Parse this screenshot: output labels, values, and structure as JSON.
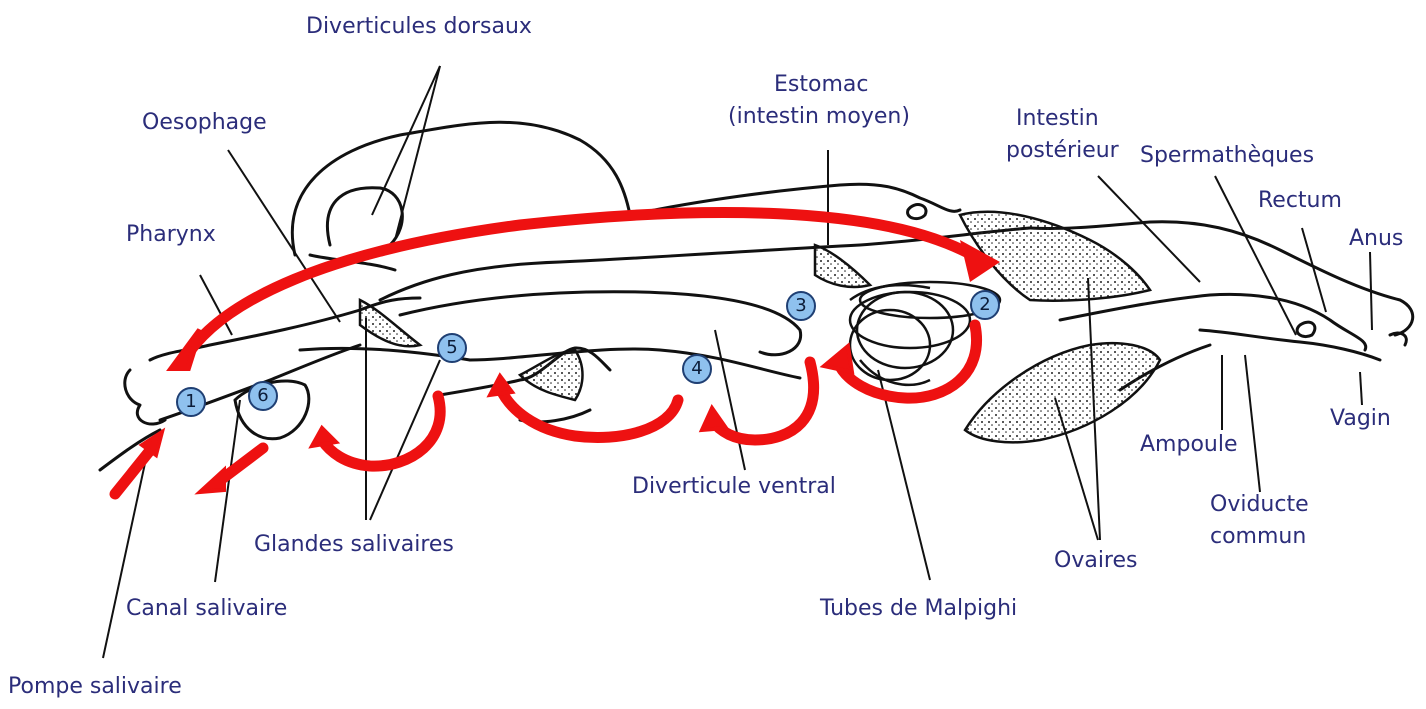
{
  "labels": {
    "diverticules_dorsaux": "Diverticules dorsaux",
    "oesophage": "Oesophage",
    "pharynx": "Pharynx",
    "estomac": "Estomac",
    "intestin_moyen": "(intestin moyen)",
    "intestin": "Intestin",
    "posterieur": "postérieur",
    "spermatheques": "Spermathèques",
    "rectum": "Rectum",
    "anus": "Anus",
    "vagin": "Vagin",
    "ampoule": "Ampoule",
    "oviducte": "Oviducte",
    "commun": "commun",
    "ovaires": "Ovaires",
    "tubes_malpighi": "Tubes de Malpighi",
    "diverticule_ventral": "Diverticule ventral",
    "glandes_salivaires": "Glandes salivaires",
    "canal_salivaire": "Canal salivaire",
    "pompe_salivaire": "Pompe salivaire"
  },
  "markers": [
    "1",
    "2",
    "3",
    "4",
    "5",
    "6"
  ],
  "colors": {
    "label_text": "#2b2d7a",
    "outline": "#111111",
    "arrow": "#ee1111",
    "marker_fill": "#8fc1ee",
    "marker_border": "#1f3f73"
  }
}
